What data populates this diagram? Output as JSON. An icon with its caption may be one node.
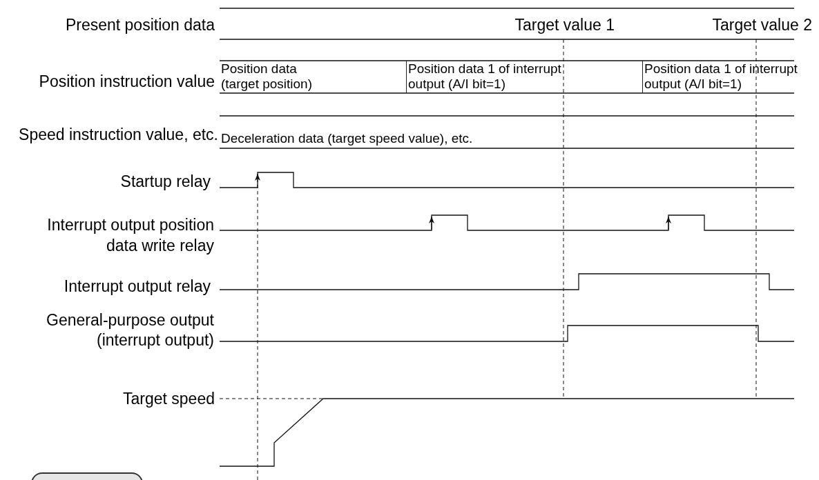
{
  "diagram": {
    "nodes": [
      {
        "text": [
          "Position data (target position)"
        ]
      },
      {
        "text": [
          "Position data 1 of interrupt output (A/I bit=1)"
        ]
      },
      {
        "text": [
          "Position data 1 of interrupt output (A/I bit=1)"
        ]
      },
      {
        "text": [],
        "shape": "box"
      }
    ],
    "labels": [
      "Present position data",
      "Target value 1",
      "Target value 2",
      "Position instruction value",
      "Speed instruction value, etc.",
      "Deceleration data (target speed value), etc.",
      "Startup relay",
      "Interrupt output position data write relay",
      "Interrupt output relay",
      "General-purpose output (interrupt output)",
      "Target speed"
    ]
  }
}
